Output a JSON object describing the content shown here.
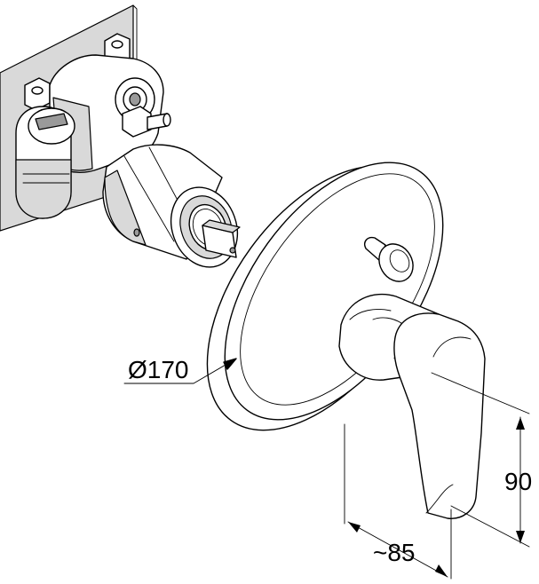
{
  "dimensions": {
    "diameter": "Ø170",
    "height": "90",
    "depth": "~85"
  }
}
